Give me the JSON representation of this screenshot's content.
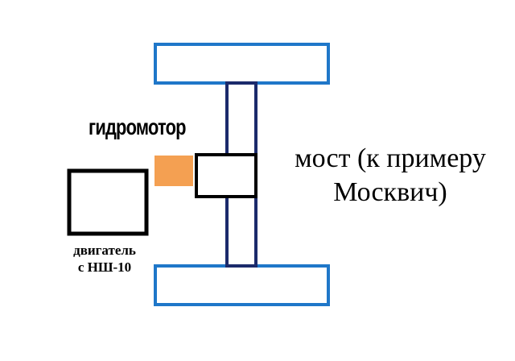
{
  "labels": {
    "hydromotor": "гидромотор",
    "axle_line1": "мост (к примеру",
    "axle_line2": "Москвич)",
    "engine_line1": "двигатель",
    "engine_line2": "с НШ-10"
  },
  "colors": {
    "wheel_stroke": "#1f77c9",
    "shaft_stroke": "#1b2a6b",
    "hydromotor_fill": "#f4a052",
    "engine_stroke": "#000000",
    "differential_stroke": "#000000"
  }
}
